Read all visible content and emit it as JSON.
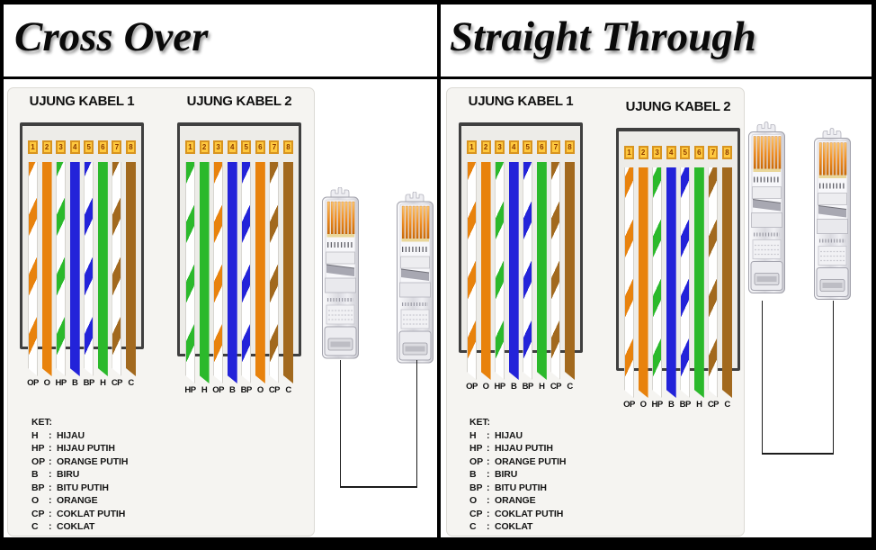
{
  "header": {
    "left_title": "Cross Over",
    "right_title": "Straight Through"
  },
  "pin_numbers": [
    "1",
    "2",
    "3",
    "4",
    "5",
    "6",
    "7",
    "8"
  ],
  "colors": {
    "wire_orange": "#e8820c",
    "wire_green": "#2bb92b",
    "wire_blue": "#2323d9",
    "wire_brown": "#a2691e",
    "stripe_white": "#ffffff",
    "pin_fill": "#ffc93f",
    "pin_border": "#d8941f",
    "pin_text": "#8b3a00",
    "connector_pin": "#ef8c1e"
  },
  "panels": [
    {
      "name": "cross-over",
      "cables": [
        {
          "title": "UJUNG KABEL 1",
          "wires": [
            "OP",
            "O",
            "HP",
            "B",
            "BP",
            "H",
            "CP",
            "C"
          ]
        },
        {
          "title": "UJUNG KABEL 2",
          "wires": [
            "HP",
            "H",
            "OP",
            "B",
            "BP",
            "O",
            "CP",
            "C"
          ]
        }
      ],
      "legend_heading": "KET:",
      "legend": [
        {
          "abbr": "H",
          "name": "HIJAU"
        },
        {
          "abbr": "HP",
          "name": "HIJAU PUTIH"
        },
        {
          "abbr": "OP",
          "name": "ORANGE PUTIH"
        },
        {
          "abbr": "B",
          "name": "BIRU"
        },
        {
          "abbr": "BP",
          "name": "BITU PUTIH"
        },
        {
          "abbr": "O",
          "name": "ORANGE"
        },
        {
          "abbr": "CP",
          "name": "COKLAT PUTIH"
        },
        {
          "abbr": "C",
          "name": "COKLAT"
        }
      ]
    },
    {
      "name": "straight-through",
      "cables": [
        {
          "title": "UJUNG KABEL 1",
          "wires": [
            "OP",
            "O",
            "HP",
            "B",
            "BP",
            "H",
            "CP",
            "C"
          ]
        },
        {
          "title": "UJUNG KABEL 2",
          "wires": [
            "OP",
            "O",
            "HP",
            "B",
            "BP",
            "H",
            "CP",
            "C"
          ]
        }
      ],
      "legend_heading": "KET:",
      "legend": [
        {
          "abbr": "H",
          "name": "HIJAU"
        },
        {
          "abbr": "HP",
          "name": "HIJAU PUTIH"
        },
        {
          "abbr": "OP",
          "name": "ORANGE PUTIH"
        },
        {
          "abbr": "B",
          "name": "BIRU"
        },
        {
          "abbr": "BP",
          "name": "BITU PUTIH"
        },
        {
          "abbr": "O",
          "name": "ORANGE"
        },
        {
          "abbr": "CP",
          "name": "COKLAT PUTIH"
        },
        {
          "abbr": "C",
          "name": "COKLAT"
        }
      ]
    }
  ]
}
